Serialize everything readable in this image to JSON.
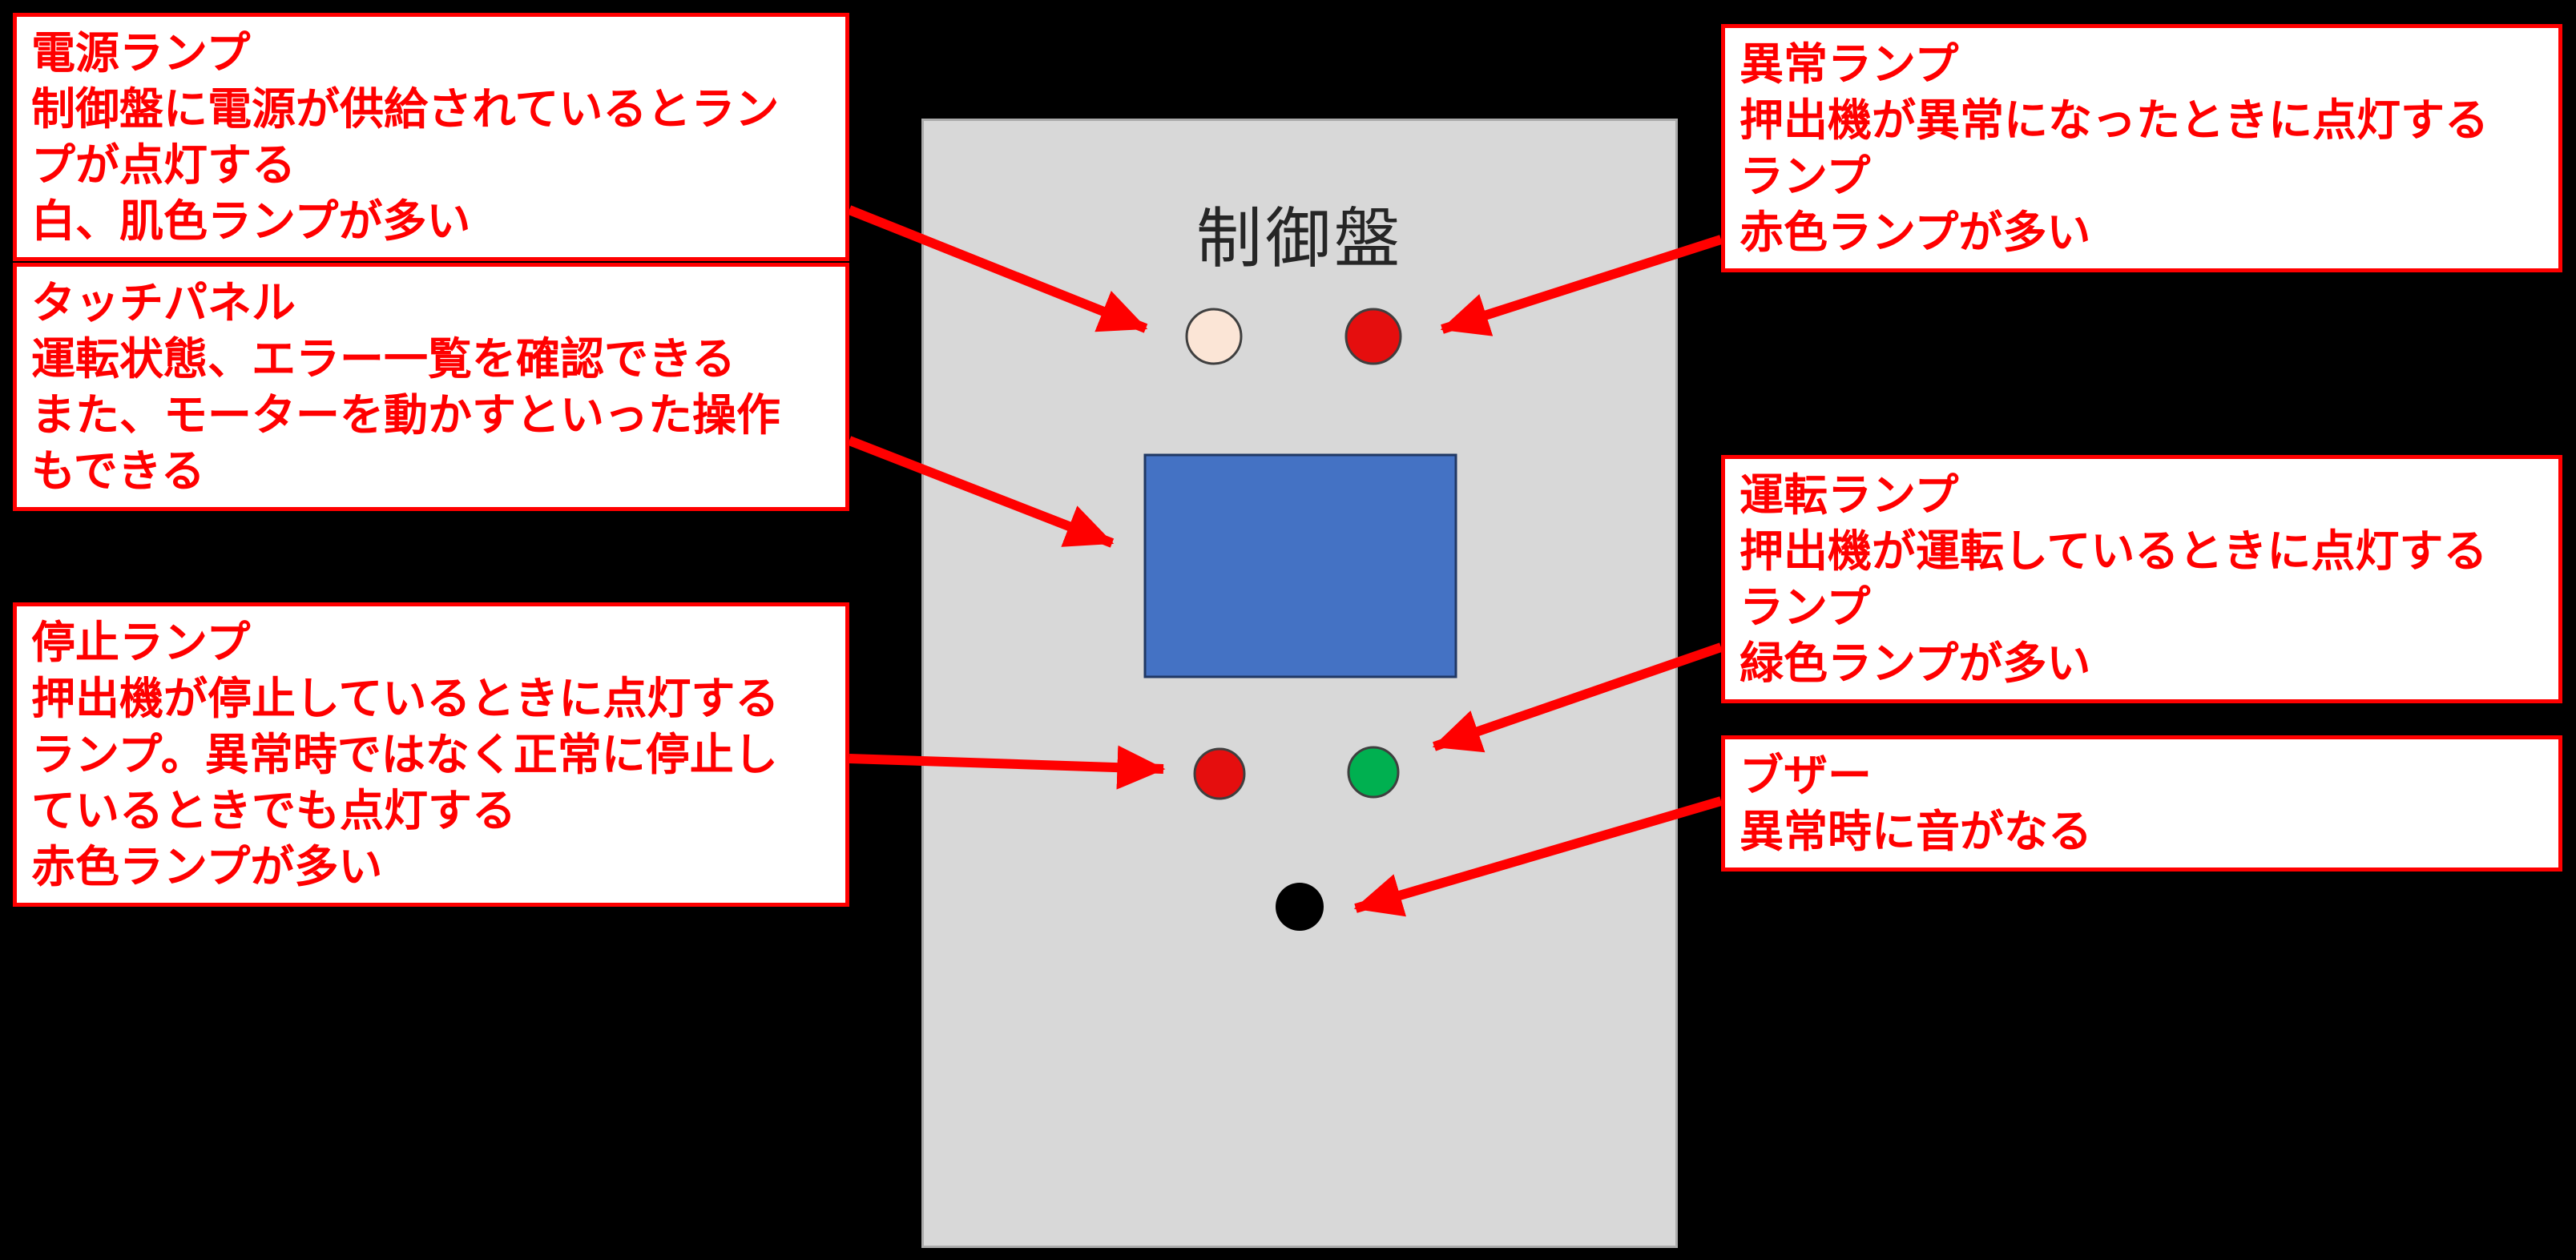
{
  "colors": {
    "background": "#000000",
    "accent_red": "#ff0000",
    "panel_gray": "#d8d8d8",
    "touch_screen_blue": "#4472c4",
    "touch_screen_border": "#203864",
    "lamp_power": "#fbe5d6",
    "lamp_alarm": "#e50e0e",
    "lamp_stop": "#e50e0e",
    "lamp_run": "#00b050",
    "lamp_outline": "#3f3f3f",
    "buzzer_black": "#000000"
  },
  "panel": {
    "title": "制御盤"
  },
  "callouts": {
    "power_lamp": {
      "lines": [
        "電源ランプ",
        "制御盤に電源が供給されているとラン",
        "プが点灯する",
        "白、肌色ランプが多い"
      ]
    },
    "touch_panel": {
      "lines": [
        "タッチパネル",
        "運転状態、エラー一覧を確認できる",
        "また、モーターを動かすといった操作",
        "もできる"
      ]
    },
    "stop_lamp": {
      "lines": [
        "停止ランプ",
        "押出機が停止しているときに点灯する",
        "ランプ。異常時ではなく正常に停止し",
        "ているときでも点灯する",
        "赤色ランプが多い"
      ]
    },
    "alarm_lamp": {
      "lines": [
        "異常ランプ",
        "押出機が異常になったときに点灯する",
        "ランプ",
        "赤色ランプが多い"
      ]
    },
    "run_lamp": {
      "lines": [
        "運転ランプ",
        "押出機が運転しているときに点灯する",
        "ランプ",
        "緑色ランプが多い"
      ]
    },
    "buzzer": {
      "lines": [
        "ブザー",
        "異常時に音がなる"
      ]
    }
  }
}
